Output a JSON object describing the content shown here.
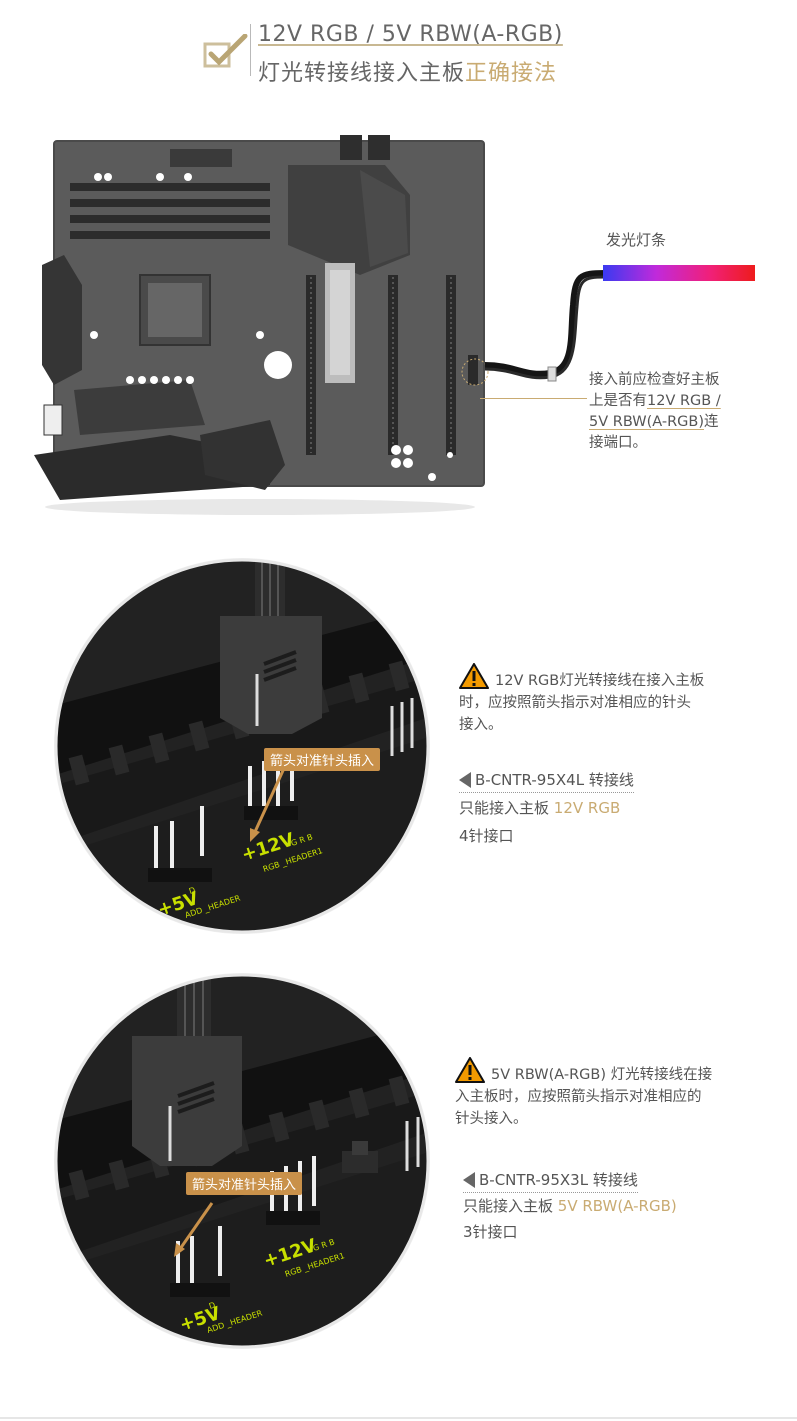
{
  "header": {
    "title_line1": "12V RGB / 5V RBW(A-RGB)",
    "title_line2_prefix": "灯光转接线接入主板",
    "title_line2_highlight": "正确接法"
  },
  "motherboard": {
    "strip_label": "发光灯条",
    "callout_line1": "接入前应检查好主板",
    "callout_line2_prefix": "上是否有",
    "callout_line2_ul": "12V RGB /",
    "callout_line3_ul": "5V RBW(A-RGB)",
    "callout_line3_suffix": "连",
    "callout_line4": "接端口。"
  },
  "section1": {
    "arrow_tag": "箭头对准针头插入",
    "warning_line1": "12V RGB灯光转接线在接入主板",
    "warning_line2": "时，应按照箭头指示对准相应的针头",
    "warning_line3": "接入。",
    "product_name": "B-CNTR-95X4L 转接线",
    "desc_prefix": "只能接入主板 ",
    "desc_highlight": "12V RGB",
    "pin_count": "4针接口",
    "board_label_main": "+12V",
    "board_label_sub": "RGB _HEADER1",
    "board_label_pins": "G R B",
    "board_label_left": "+5V",
    "board_label_left_sub": "ADD _HEADER",
    "board_label_left_pin": "D"
  },
  "section2": {
    "arrow_tag": "箭头对准针头插入",
    "warning_line1": "5V RBW(A-RGB) 灯光转接线在接",
    "warning_line2": "入主板时，应按照箭头指示对准相应的",
    "warning_line3": "针头接入。",
    "product_name": "B-CNTR-95X3L 转接线",
    "desc_prefix": "只能接入主板 ",
    "desc_highlight": "5V RBW(A-RGB)",
    "pin_count": "3针接口",
    "board_label_main": "+12V",
    "board_label_sub": "RGB _HEADER1",
    "board_label_pins": "G R B",
    "board_label_left": "+5V",
    "board_label_left_sub": "ADD _HEADER",
    "board_label_left_pin": "D"
  },
  "colors": {
    "accent_gold": "#c9ab72",
    "arrow_orange": "#c9914a",
    "board_dark": "#3a3a3a",
    "silk_yellow": "#c8e000"
  },
  "icons": [
    "check-icon",
    "warning-icon",
    "triangle-left-icon"
  ]
}
